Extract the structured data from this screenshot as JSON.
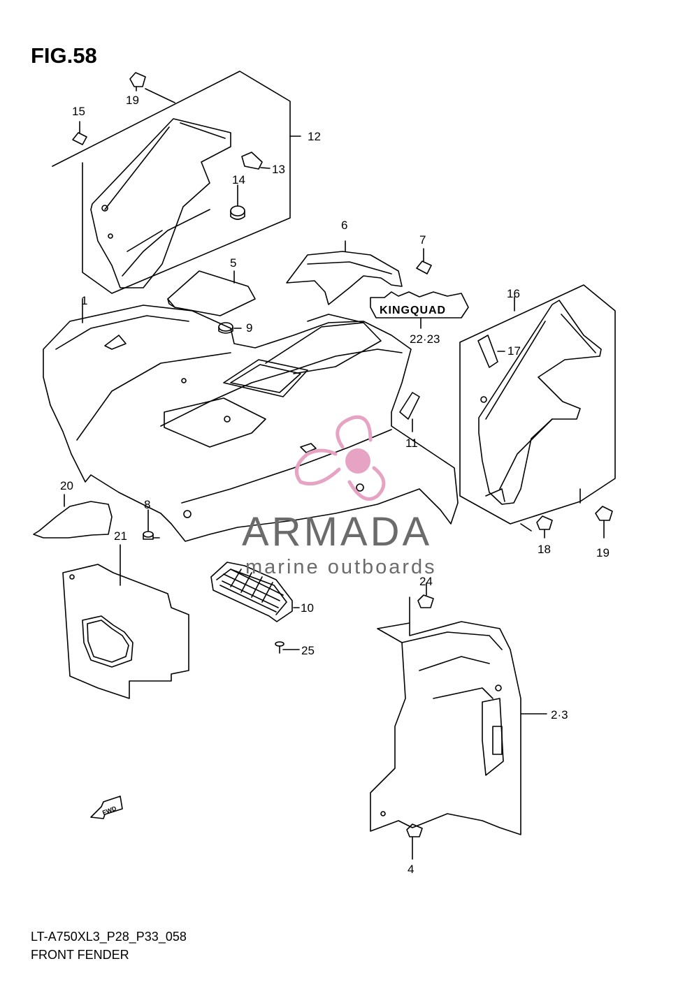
{
  "figure": {
    "title": "FIG.58",
    "model_code": "LT-A750XL3_P28_P33_058",
    "name": "FRONT FENDER"
  },
  "callouts": [
    "1",
    "2·3",
    "4",
    "5",
    "6",
    "7",
    "8",
    "9",
    "10",
    "11",
    "12",
    "13",
    "14",
    "15",
    "16",
    "17",
    "18",
    "19",
    "19",
    "20",
    "21",
    "22·23",
    "24",
    "25"
  ],
  "decal_text": "KINGQUAD",
  "fwd_label": "FWD",
  "watermark": {
    "name": "ARMADA",
    "tagline": "marine outboards",
    "logo_color": "#e6a3c3",
    "text_color": "#6b6b6b"
  },
  "line_color": "#000000"
}
